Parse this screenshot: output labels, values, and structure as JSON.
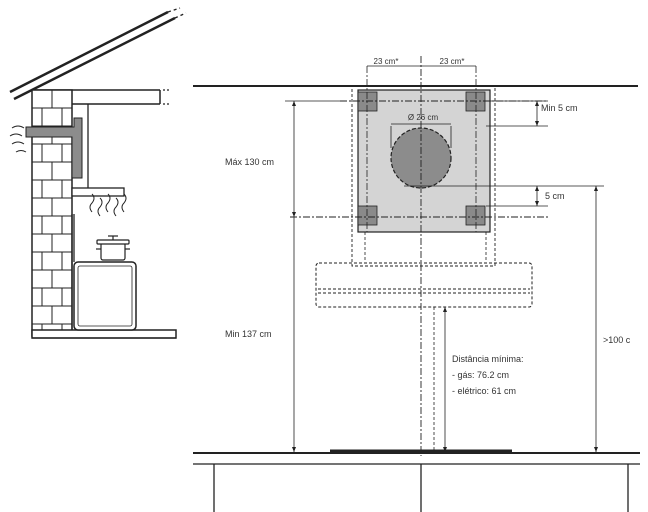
{
  "colors": {
    "line": "#222222",
    "plate_fill": "#d4d4d4",
    "corner_fill": "#8a8a8a",
    "duct_fill": "#8c8c8c",
    "brick_fill": "#ffffff"
  },
  "labels": {
    "width_left": "23 cm*",
    "width_right": "23 cm*",
    "min_top": "Min 5 cm",
    "diameter": "Ø 26 cm",
    "bottom_gap": "5 cm",
    "max_height": "Máx 130 cm",
    "min_height": "Min 137 cm",
    "right_height": ">100 c",
    "distance_title": "Distância mínima:",
    "distance_gas": "- gás: 76.2 cm",
    "distance_electric": "- elétrico: 61 cm"
  },
  "icons": {
    "house_side": "house-side-view-icon",
    "steam": "steam-icon",
    "pot": "cooking-pot-icon"
  }
}
